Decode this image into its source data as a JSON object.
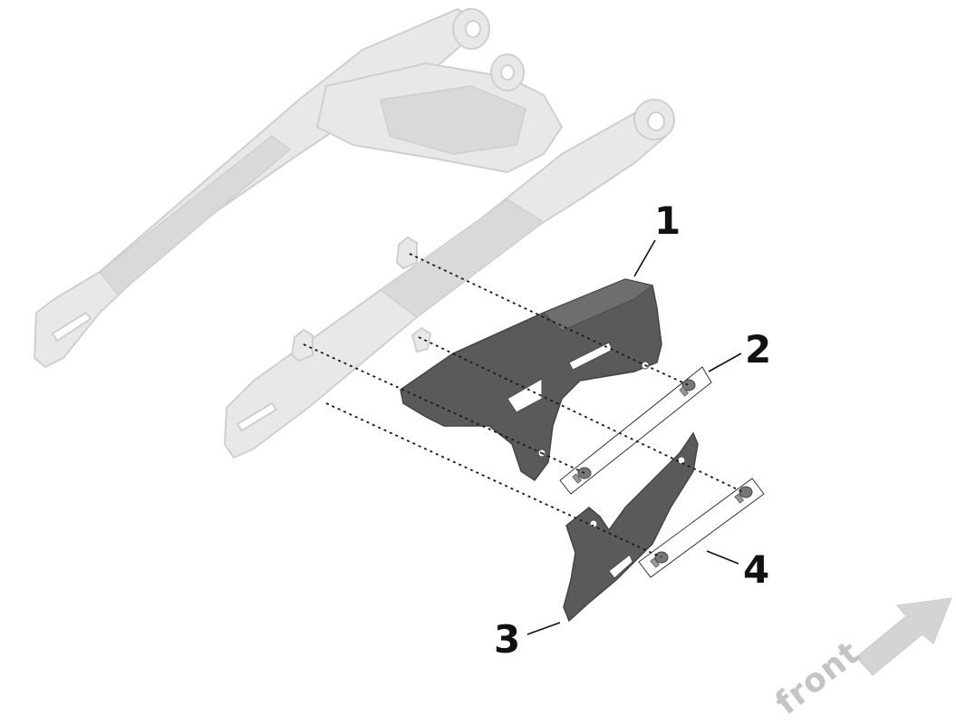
{
  "diagram": {
    "callouts": [
      {
        "id": "1",
        "label": "1"
      },
      {
        "id": "2",
        "label": "2"
      },
      {
        "id": "3",
        "label": "3"
      },
      {
        "id": "4",
        "label": "4"
      }
    ],
    "direction_label": "front",
    "colors": {
      "swingarm": "#e8e8e8",
      "guard": "#5a5a5a",
      "arrow": "#d4d4d4",
      "callout_text": "#111111"
    }
  }
}
